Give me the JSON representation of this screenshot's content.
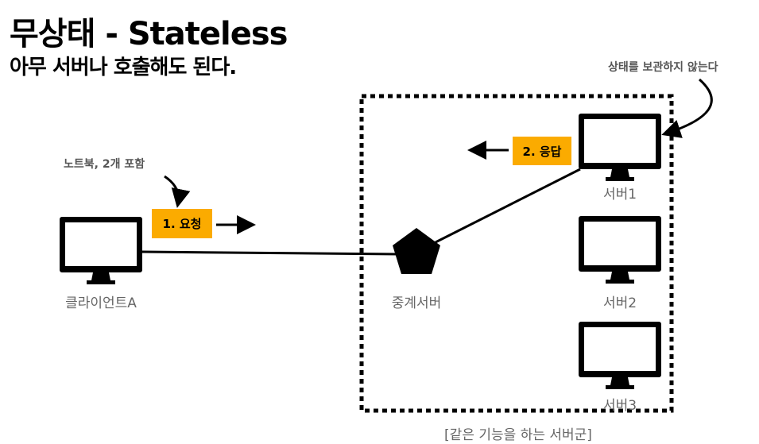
{
  "title": "무상태 - Stateless",
  "subtitle": "아무 서버나 호출해도 된다.",
  "notes": {
    "laptop": "노트북, 2개 포함",
    "stateless": "상태를 보관하지 않는다"
  },
  "tags": {
    "request": "1. 요청",
    "response": "2. 응답"
  },
  "nodes": {
    "client": "클라이언트A",
    "proxy": "중계서버",
    "server1": "서버1",
    "server2": "서버2",
    "server3": "서버3"
  },
  "group_label": "[같은 기능을 하는 서버군]",
  "colors": {
    "tag": "#fbab00",
    "label": "#666666"
  }
}
